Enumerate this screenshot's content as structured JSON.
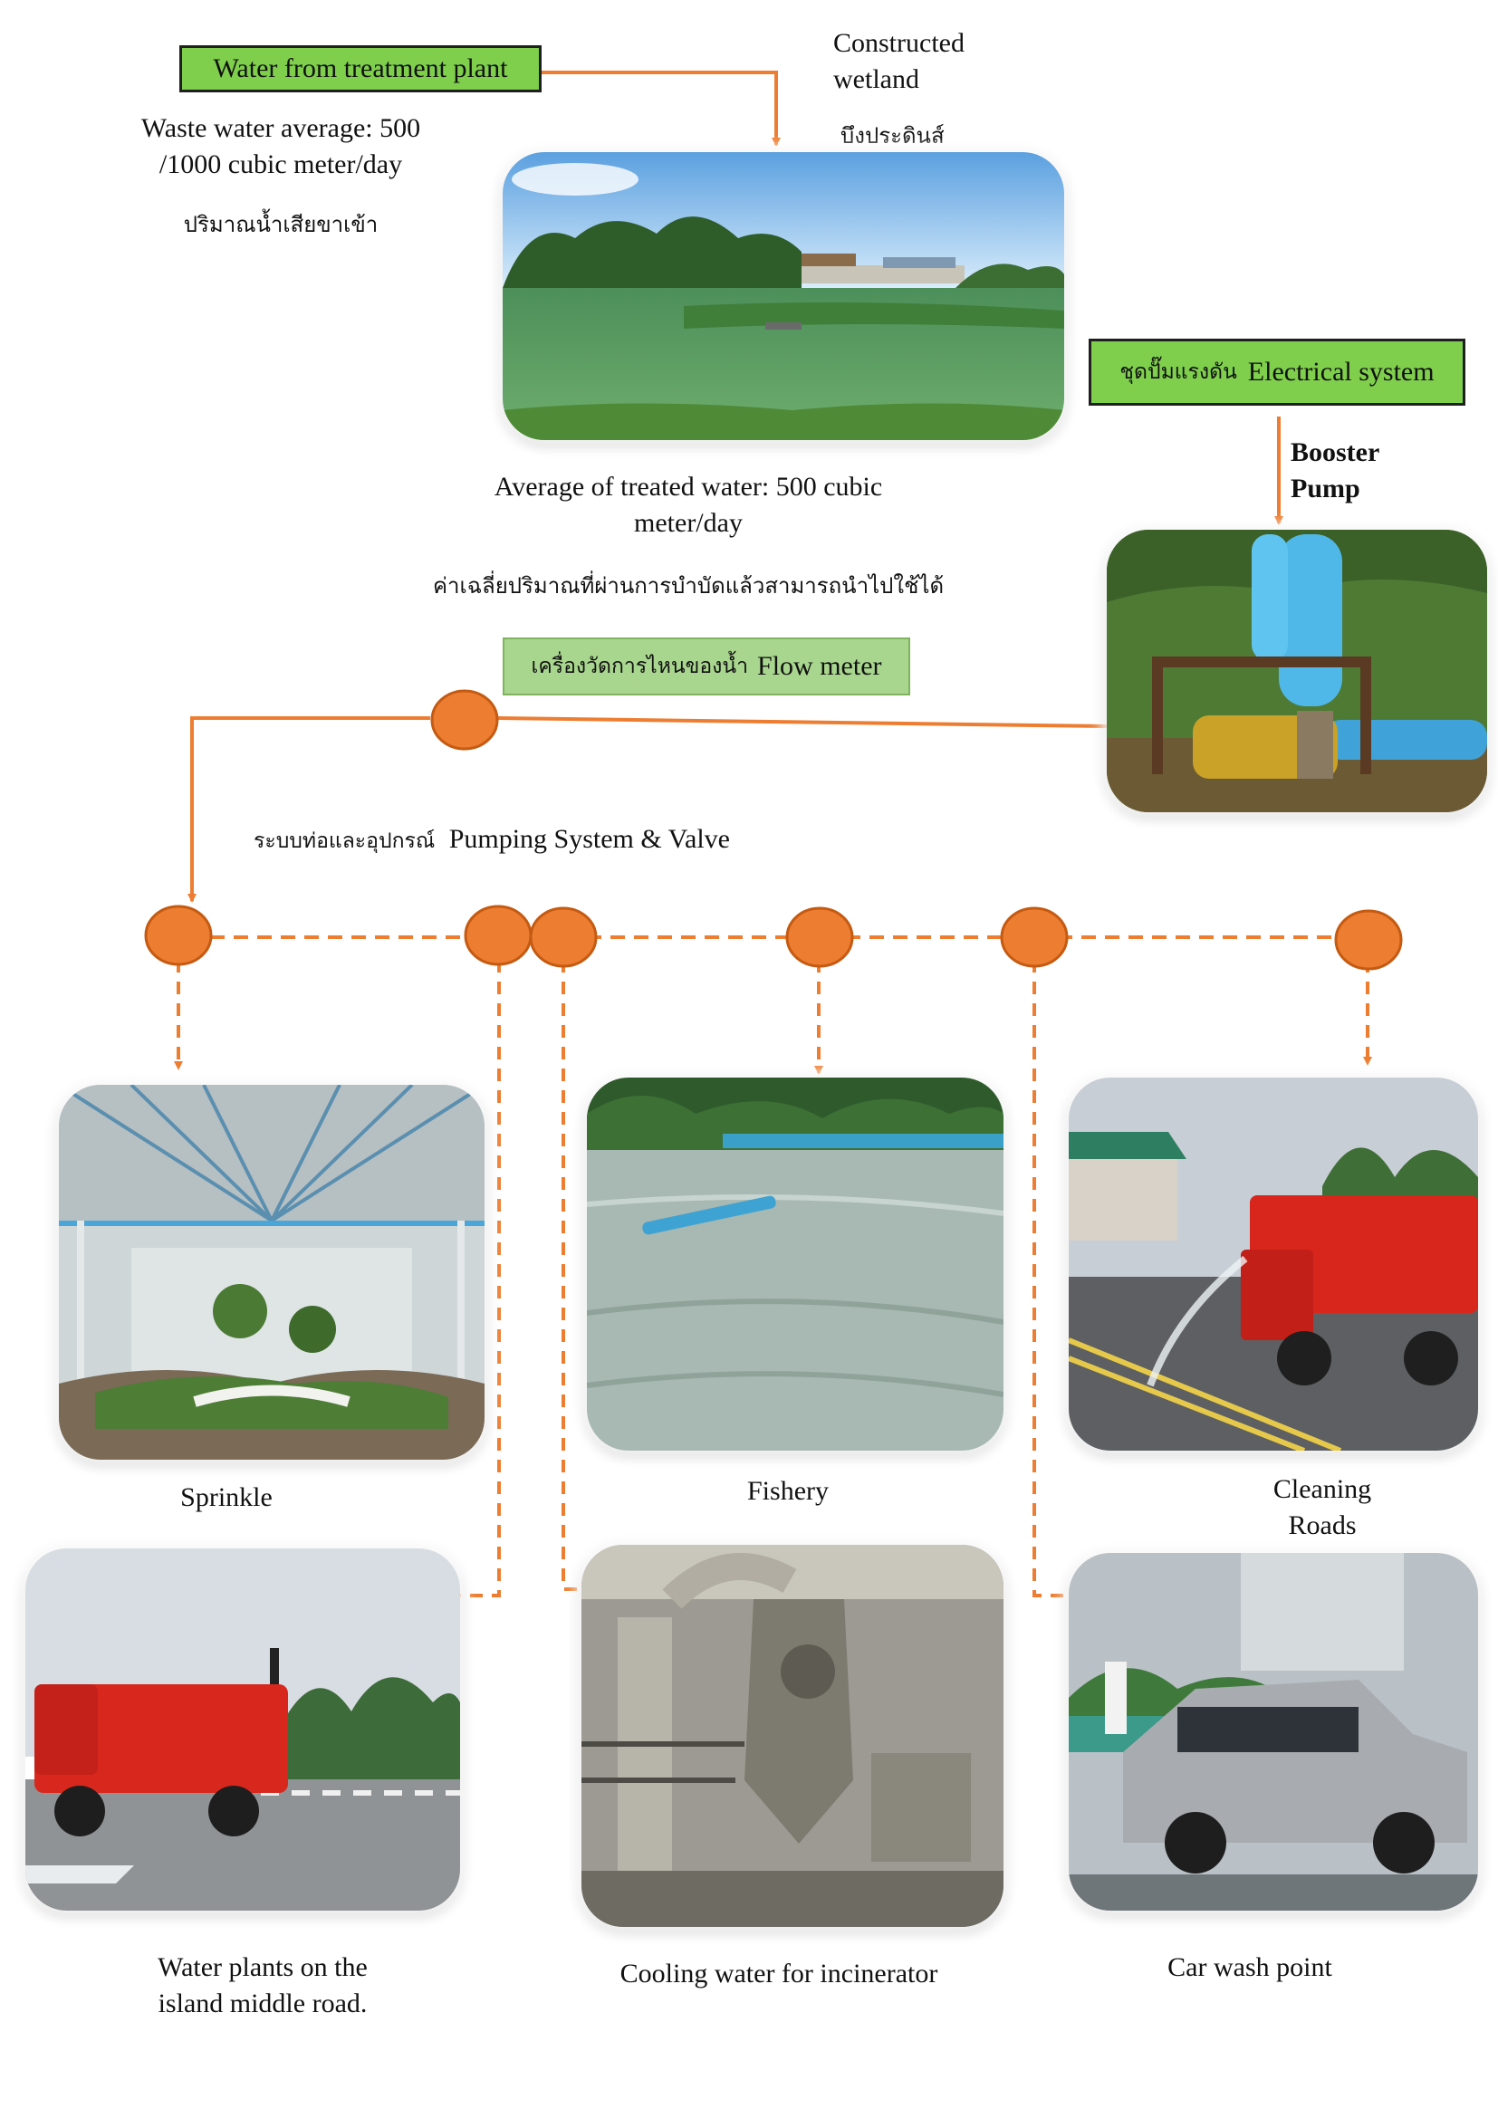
{
  "nodes": {
    "source_box": "Water from treatment plant",
    "wetland_label": [
      "Constructed",
      "wetland"
    ],
    "wetland_thai": "บึงประดินส์",
    "wastewater_label": [
      "Waste water average: 500",
      "/1000 cubic meter/day"
    ],
    "wastewater_thai": "ปริมาณน้ำเสียขาเข้า",
    "electrical_box_thai": "ชุดปั๊มแรงดัน",
    "electrical_box_en": "Electrical system",
    "booster_label": [
      "Booster",
      "Pump"
    ],
    "treated_label": [
      "Average of treated water: 500 cubic",
      "meter/day"
    ],
    "treated_thai": "ค่าเฉลี่ยปริมาณที่ผ่านการบำบัดแล้วสามารถนำไปใช้ได้",
    "flowmeter_thai": "เครื่องวัดการไหนของน้ำ",
    "flowmeter_en": "Flow meter",
    "pumping_thai": "ระบบท่อและอุปกรณ์",
    "pumping_en": "Pumping System & Valve"
  },
  "uses": {
    "sprinkle": "Sprinkle",
    "fishery": "Fishery",
    "cleaning_roads": [
      "Cleaning",
      "Roads"
    ],
    "water_plants": [
      "Water plants on the",
      "island middle road."
    ],
    "cooling": "Cooling water for incinerator",
    "car_wash": "Car wash point"
  },
  "colors": {
    "arrow": "#ed7d31",
    "node_fill": "#ed7d31",
    "node_stroke": "#c55a11",
    "green_box": "#7fcf4d",
    "light_green_box": "#a9d68e"
  }
}
